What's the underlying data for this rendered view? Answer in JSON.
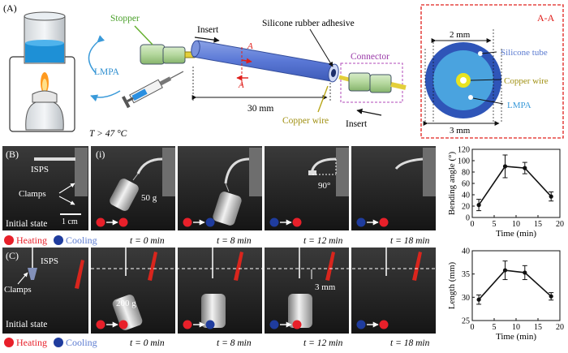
{
  "panel_a": {
    "label": "(A)",
    "stopper": "Stopper",
    "insert_top": "Insert",
    "insert_bottom": "Insert",
    "adhesive": "Silicone rubber adhesive",
    "connector": "Connector",
    "section_mark": "A",
    "lmpa": "LMPA",
    "length": "30 mm",
    "copper_wire": "Copper wire",
    "temperature": "T > 47 °C",
    "section": {
      "title": "A-A",
      "inner": "2 mm",
      "outer": "3 mm",
      "tube": "Silicone tube",
      "wire": "Copper wire",
      "lmpa": "LMPA"
    }
  },
  "panel_b": {
    "label": "(B)",
    "sub_label": "(i)",
    "isps": "ISPS",
    "clamps": "Clamps",
    "scale": "1 cm",
    "initial": "Initial state",
    "weight": "50 g",
    "angle": "90°",
    "legend": {
      "heating": "Heating",
      "cooling": "Cooling"
    },
    "times": [
      "t = 0 min",
      "t = 8 min",
      "t = 12 min",
      "t = 18 min"
    ]
  },
  "panel_c": {
    "label": "(C)",
    "isps": "ISPS",
    "clamps": "Clamps",
    "initial": "Initial state",
    "weight": "200 g",
    "extension": "3 mm",
    "legend": {
      "heating": "Heating",
      "cooling": "Cooling"
    },
    "times": [
      "t = 0 min",
      "t = 8 min",
      "t = 12 min",
      "t = 18 min"
    ]
  },
  "colors": {
    "heating": "#e8202a",
    "cooling": "#1f3c9e",
    "lmpa": "#4aa3df",
    "section_border": "#e0201c"
  },
  "chart_data": [
    {
      "type": "line",
      "x": [
        1.5,
        7.5,
        12,
        18
      ],
      "values": [
        22,
        90,
        87,
        37
      ],
      "errors": [
        10,
        20,
        10,
        8
      ],
      "xlabel": "Time (min)",
      "ylabel": "Bending angle (°)",
      "xlim": [
        0,
        20
      ],
      "ylim": [
        0,
        120
      ],
      "xticks": [
        0,
        5,
        10,
        15,
        20
      ],
      "yticks": [
        0,
        20,
        40,
        60,
        80,
        100,
        120
      ]
    },
    {
      "type": "line",
      "x": [
        1.5,
        7.5,
        12,
        18
      ],
      "values": [
        29.5,
        35.8,
        35.3,
        30.2
      ],
      "errors": [
        1.0,
        2.0,
        1.5,
        0.8
      ],
      "xlabel": "Time (min)",
      "ylabel": "Length (mm)",
      "xlim": [
        0,
        20
      ],
      "ylim": [
        25,
        40
      ],
      "xticks": [
        0,
        5,
        10,
        15,
        20
      ],
      "yticks": [
        25,
        30,
        35,
        40
      ]
    }
  ]
}
